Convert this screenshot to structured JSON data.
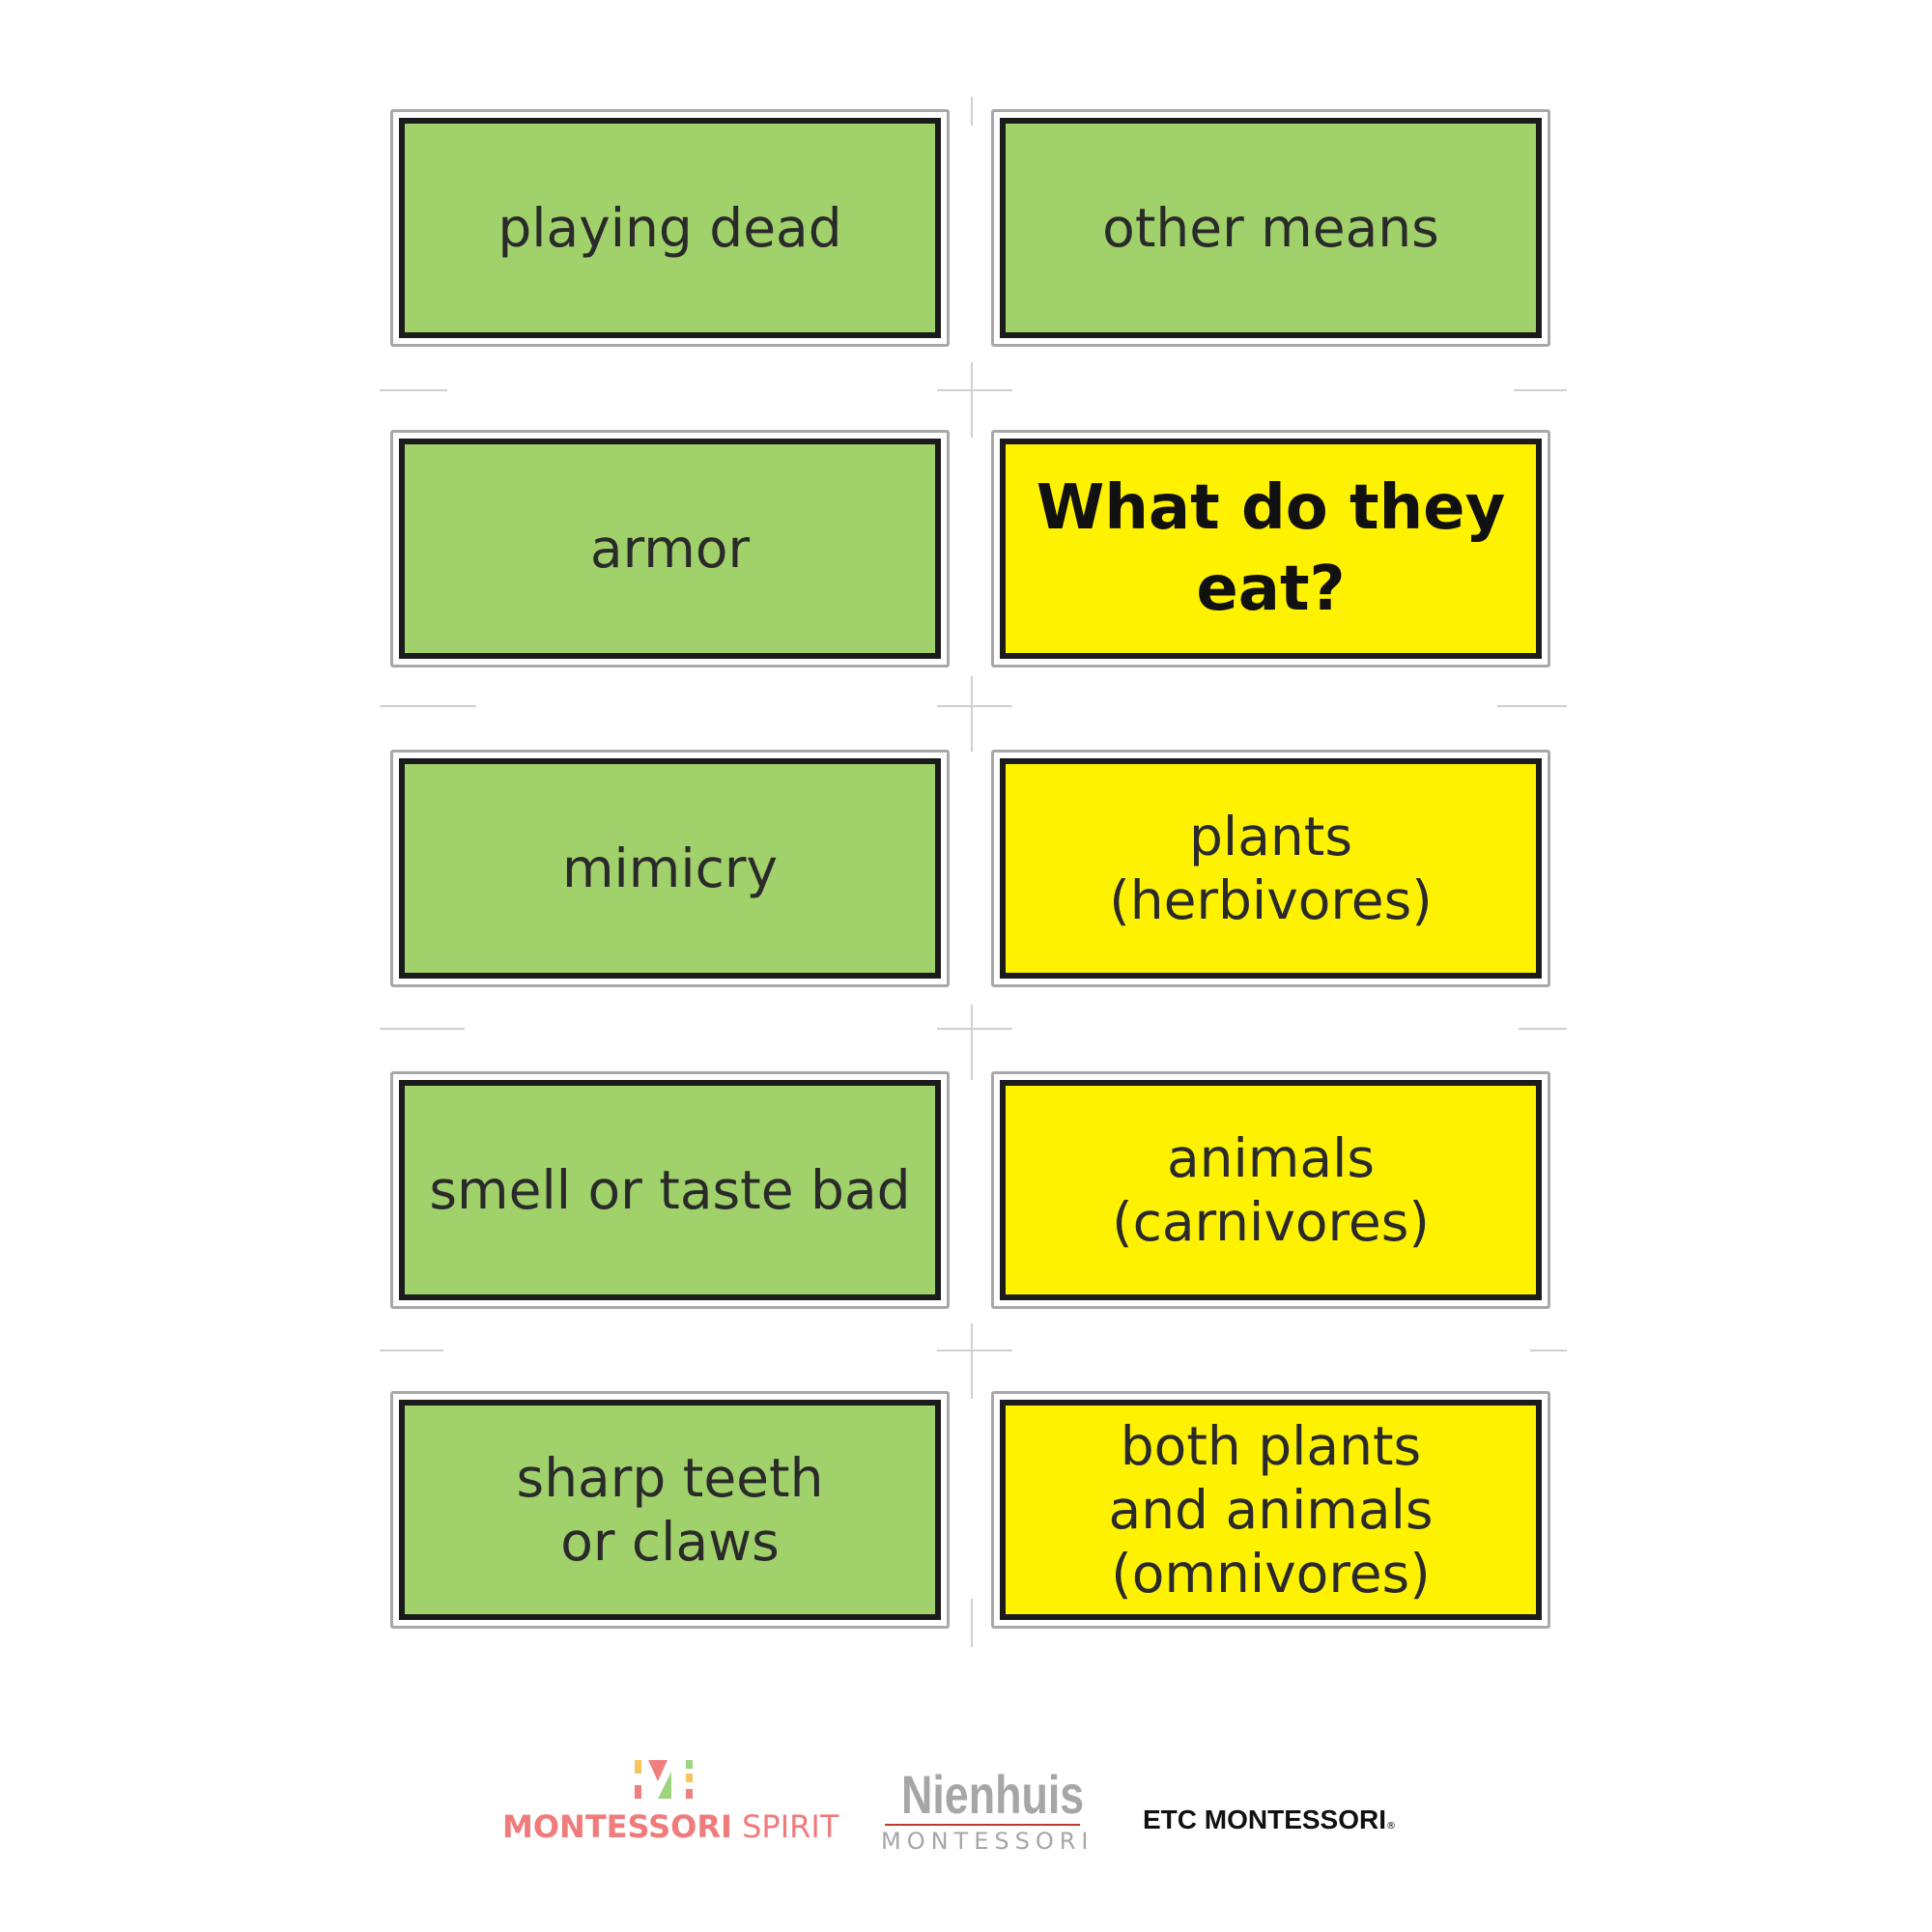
{
  "cards": [
    {
      "text": "playing dead",
      "color": "green"
    },
    {
      "text": "other means",
      "color": "green"
    },
    {
      "text": "armor",
      "color": "green"
    },
    {
      "text": "What do they eat?",
      "color": "yellow",
      "title": true
    },
    {
      "text": "mimicry",
      "color": "green"
    },
    {
      "text": "plants (herbivores)",
      "color": "yellow"
    },
    {
      "text": "smell or taste bad",
      "color": "green"
    },
    {
      "text": "animals (carnivores)",
      "color": "yellow"
    },
    {
      "text": "sharp teeth or claws",
      "color": "green"
    },
    {
      "text": "both plants and animals (omnivores)",
      "color": "yellow"
    }
  ],
  "colors": {
    "green": "#a0d16a",
    "yellow": "#fff200"
  },
  "logos": {
    "montessori_spirit": {
      "bold": "MONTESSORI",
      "light": "SPIRIT"
    },
    "nienhuis": {
      "name": "Nienhuis",
      "sub": "MONTESSORI"
    },
    "etc": {
      "name": "ETC MONTESSORI",
      "mark": "®"
    }
  }
}
